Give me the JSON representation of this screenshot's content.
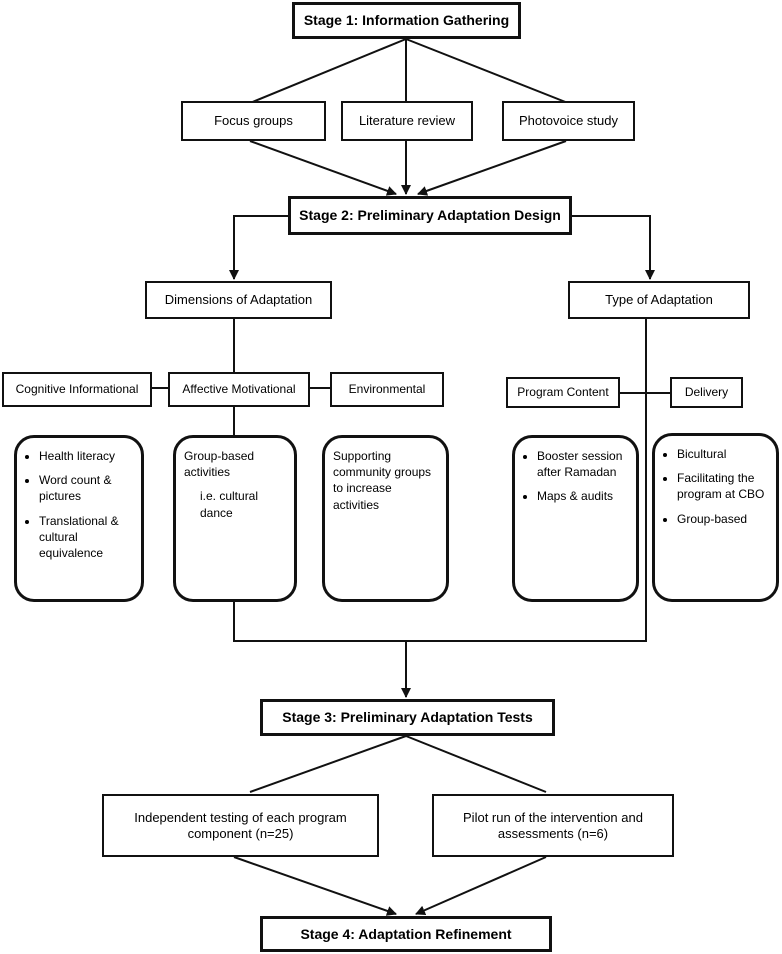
{
  "stage1": {
    "title": "Stage 1: Information Gathering"
  },
  "sources": [
    "Focus groups",
    "Literature review",
    "Photovoice study"
  ],
  "stage2": {
    "title": "Stage 2: Preliminary Adaptation Design"
  },
  "dimensions": {
    "title": "Dimensions of Adaptation",
    "items": [
      "Cognitive Informational",
      "Affective Motivational",
      "Environmental"
    ]
  },
  "types": {
    "title": "Type of Adaptation",
    "items": [
      "Program Content",
      "Delivery"
    ]
  },
  "details": {
    "cognitive": [
      "Health literacy",
      "Word count & pictures",
      "Translational & cultural equivalence"
    ],
    "affective": {
      "text": "Group-based activities",
      "example": "i.e. cultural dance"
    },
    "environmental": {
      "text": "Supporting community groups to increase activities"
    },
    "program_content": [
      "Booster session after Ramadan",
      "Maps & audits"
    ],
    "delivery": [
      "Bicultural",
      "Facilitating the program at CBO",
      "Group-based"
    ]
  },
  "stage3": {
    "title": "Stage 3: Preliminary Adaptation Tests",
    "items": [
      "Independent testing of each program component (n=25)",
      "Pilot run of the intervention and assessments (n=6)"
    ]
  },
  "stage4": {
    "title": "Stage 4: Adaptation Refinement"
  }
}
